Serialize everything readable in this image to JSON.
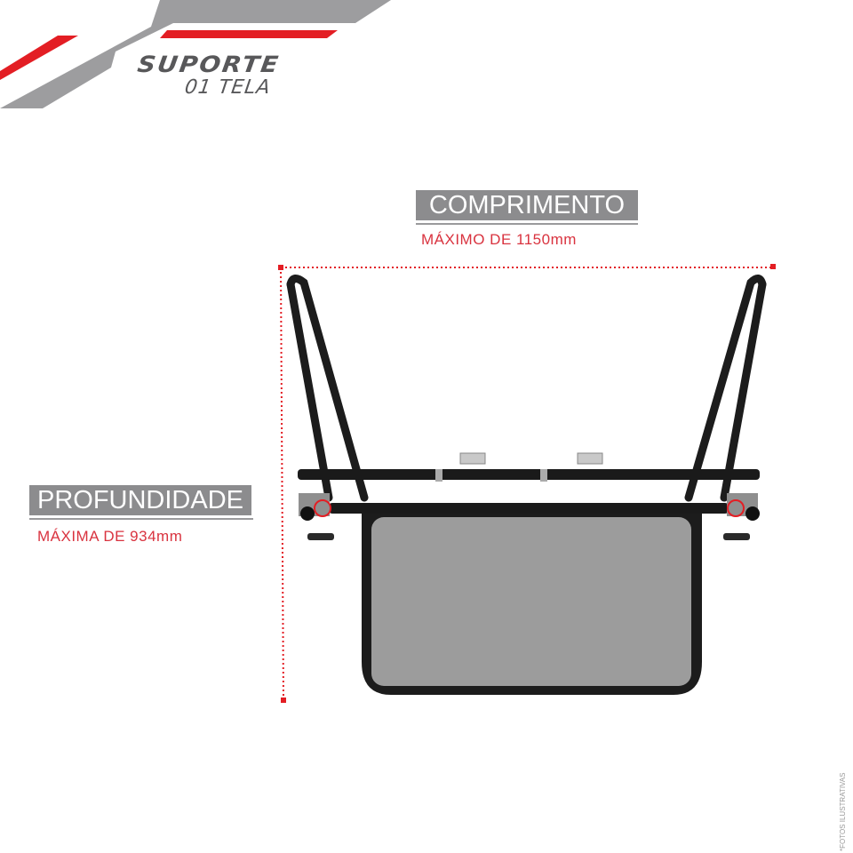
{
  "brand": {
    "title": "SUPORTE",
    "subtitle": "01 TELA",
    "colors": {
      "gray": "#9d9d9f",
      "red": "#e31e24",
      "text": "#58585a"
    }
  },
  "dimensions": {
    "length": {
      "label": "COMPRIMENTO",
      "value_text": "MÁXIMO DE 1150mm",
      "value_mm": 1150
    },
    "depth": {
      "label": "PROFUNDIDADE",
      "value_text": "MÁXIMA DE 934mm",
      "value_mm": 934
    }
  },
  "product": {
    "name": "single-screen monitor stand (top view)",
    "measure_line_color": "#e31e24"
  },
  "footnote": "*FOTOS ILUSTRATIVAS"
}
